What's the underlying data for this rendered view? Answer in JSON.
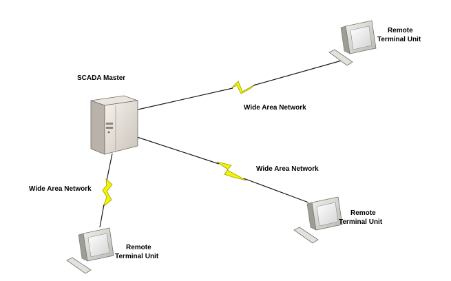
{
  "diagram": {
    "master": {
      "label": "SCADA Master"
    },
    "links": [
      {
        "label": "Wide Area Network"
      },
      {
        "label": "Wide Area Network"
      },
      {
        "label": "Wide Area Network"
      }
    ],
    "rtus": [
      {
        "line1": "Remote",
        "line2": "Terminal Unit"
      },
      {
        "line1": "Remote",
        "line2": "Terminal Unit"
      },
      {
        "line1": "Remote",
        "line2": "Terminal Unit"
      }
    ]
  },
  "colors": {
    "link_line": "#1a1a1a",
    "lightning": "#f4f400",
    "lightning_edge": "#9a9a00",
    "device_body": "#e2e2dc",
    "device_edge": "#707070",
    "screen": "#f6f6f6"
  }
}
